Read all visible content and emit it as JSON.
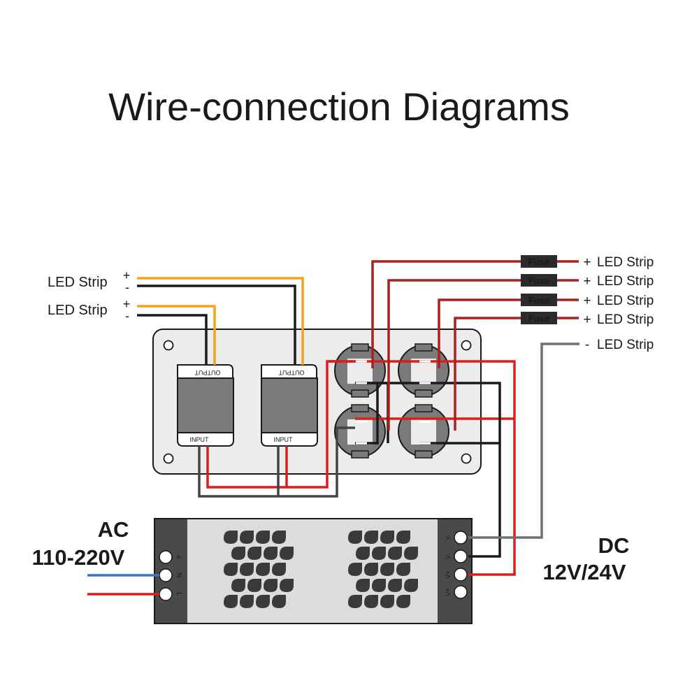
{
  "title": "Wire-connection Diagrams",
  "left_strips": [
    {
      "label": "LED Strip",
      "plus": "+",
      "minus": "-"
    },
    {
      "label": "LED Strip",
      "plus": "+",
      "minus": "-"
    }
  ],
  "modules": [
    {
      "output_label": "OUTPUT",
      "input_label": "INPUT"
    },
    {
      "output_label": "OUTPUT",
      "input_label": "INPUT"
    }
  ],
  "right_strips": [
    {
      "fuse": "Fuse",
      "sign": "+",
      "label": "LED Strip"
    },
    {
      "fuse": "Fuse",
      "sign": "+",
      "label": "LED Strip"
    },
    {
      "fuse": "Fuse",
      "sign": "+",
      "label": "LED Strip"
    },
    {
      "fuse": "Fuse",
      "sign": "+",
      "label": "LED Strip"
    },
    {
      "fuse": "",
      "sign": "-",
      "label": "LED Strip"
    }
  ],
  "power_supply": {
    "ac_label": "AC",
    "ac_voltage": "110-220V",
    "dc_label": "DC",
    "dc_voltage": "12V/24V",
    "ac_terminals": [
      "⏚",
      "N",
      "L"
    ],
    "dc_terminals": [
      "V-",
      "V-",
      "V+",
      "V+"
    ]
  },
  "colors": {
    "orange_wire": "#f5a21c",
    "black_wire": "#1a1a1a",
    "red_wire": "#e11b1b",
    "dark_red_wire": "#a8211d",
    "grey_wire": "#707070",
    "blue_wire": "#3a74c8",
    "module_grey": "#7a7a7a",
    "panel_fill": "#ededed",
    "fuse_fill": "#2b2b2b"
  }
}
